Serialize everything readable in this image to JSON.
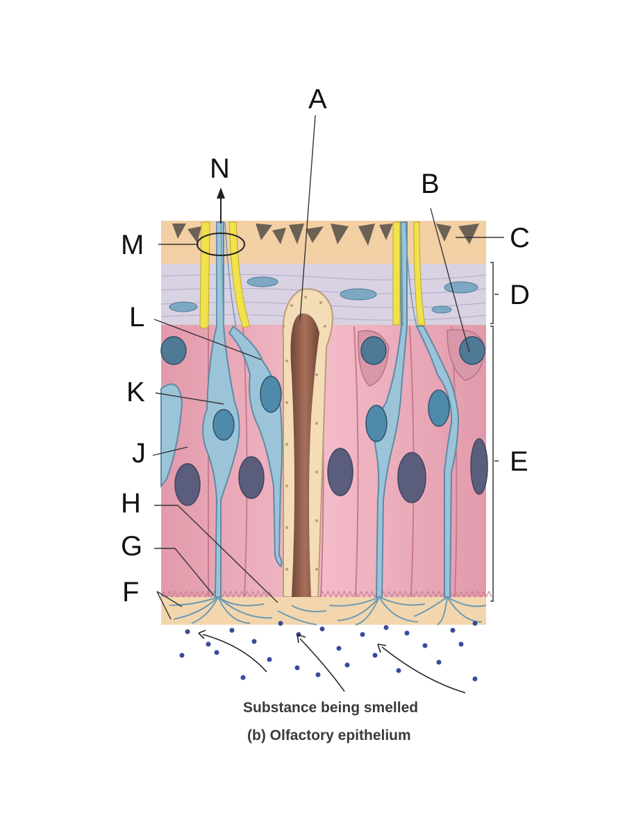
{
  "labels": {
    "a": "A",
    "b": "B",
    "c": "C",
    "d": "D",
    "e": "E",
    "f": "F",
    "g": "G",
    "h": "H",
    "j": "J",
    "k": "K",
    "l": "L",
    "m": "M",
    "n": "N"
  },
  "caption": {
    "substance": "Substance being smelled",
    "title": "(b) Olfactory epithelium"
  },
  "colors": {
    "background": "#ffffff",
    "lamina": "#f3cfa4",
    "connective": "#d9d2e2",
    "epithelium": "#e8a9b8",
    "receptor": "#9cc4d8",
    "nucleus": "#4f7a95",
    "axon": "#f1e14a",
    "gland": "#8a5a4a",
    "mucus": "#f4dcb7",
    "molecule": "#3b4a9a"
  }
}
